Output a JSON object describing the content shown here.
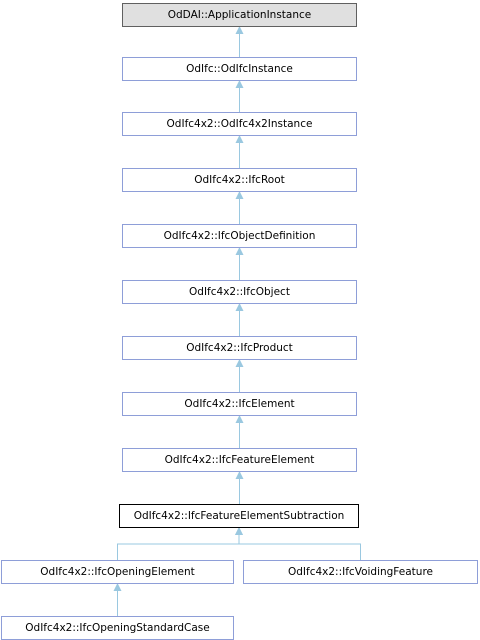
{
  "nodes": [
    {
      "id": "n0",
      "label": "OdDAI::ApplicationInstance",
      "kind": "root"
    },
    {
      "id": "n1",
      "label": "OdIfc::OdIfcInstance",
      "kind": "class"
    },
    {
      "id": "n2",
      "label": "OdIfc4x2::OdIfc4x2Instance",
      "kind": "class"
    },
    {
      "id": "n3",
      "label": "OdIfc4x2::IfcRoot",
      "kind": "class"
    },
    {
      "id": "n4",
      "label": "OdIfc4x2::IfcObjectDefinition",
      "kind": "class"
    },
    {
      "id": "n5",
      "label": "OdIfc4x2::IfcObject",
      "kind": "class"
    },
    {
      "id": "n6",
      "label": "OdIfc4x2::IfcProduct",
      "kind": "class"
    },
    {
      "id": "n7",
      "label": "OdIfc4x2::IfcElement",
      "kind": "class"
    },
    {
      "id": "n8",
      "label": "OdIfc4x2::IfcFeatureElement",
      "kind": "class"
    },
    {
      "id": "n9",
      "label": "OdIfc4x2::IfcFeatureElementSubtraction",
      "kind": "current"
    },
    {
      "id": "n10",
      "label": "OdIfc4x2::IfcOpeningElement",
      "kind": "class"
    },
    {
      "id": "n11",
      "label": "OdIfc4x2::IfcVoidingFeature",
      "kind": "class"
    },
    {
      "id": "n12",
      "label": "OdIfc4x2::IfcOpeningStandardCase",
      "kind": "class"
    }
  ],
  "edges": [
    {
      "from": "n1",
      "to": "n0"
    },
    {
      "from": "n2",
      "to": "n1"
    },
    {
      "from": "n3",
      "to": "n2"
    },
    {
      "from": "n4",
      "to": "n3"
    },
    {
      "from": "n5",
      "to": "n4"
    },
    {
      "from": "n6",
      "to": "n5"
    },
    {
      "from": "n7",
      "to": "n6"
    },
    {
      "from": "n8",
      "to": "n7"
    },
    {
      "from": "n9",
      "to": "n8"
    },
    {
      "from": "n10",
      "to": "n9"
    },
    {
      "from": "n11",
      "to": "n9"
    },
    {
      "from": "n12",
      "to": "n10"
    }
  ],
  "colors": {
    "edge": "#9ac8e0",
    "root_fill": "#e0e0e0",
    "current_border": "#000000",
    "node_border": "#8e9ed8"
  }
}
